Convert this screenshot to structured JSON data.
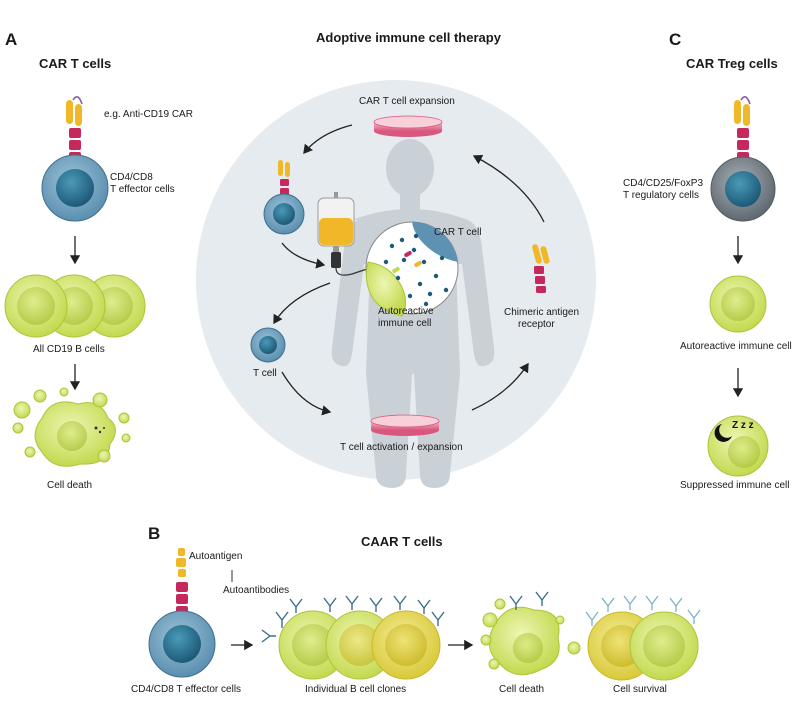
{
  "panels": {
    "a": {
      "letter": "A",
      "title": "CAR T cells",
      "car_label": "e.g. Anti-CD19 CAR",
      "effector_line1": "CD4/CD8",
      "effector_line2": "T effector cells",
      "b_cells": "All CD19 B cells",
      "death": "Cell death"
    },
    "center": {
      "title": "Adoptive immune cell therapy",
      "expansion": "CAR T cell expansion",
      "car_t_cell": "CAR T cell",
      "autoreactive_line1": "Autoreactive",
      "autoreactive_line2": "immune cell",
      "chimeric_line1": "Chimeric antigen",
      "chimeric_line2": "receptor",
      "t_cell": "T cell",
      "activation": "T cell activation / expansion"
    },
    "c": {
      "letter": "C",
      "title": "CAR Treg cells",
      "treg_line1": "CD4/CD25/FoxP3",
      "treg_line2": "T regulatory cells",
      "autoreactive": "Autoreactive immune cell",
      "sleep": "Z z z",
      "suppressed": "Suppressed immune cell"
    },
    "b": {
      "letter": "B",
      "title": "CAAR T cells",
      "autoantigen": "Autoantigen",
      "autoantibodies": "Autoantibodies",
      "effector": "CD4/CD8 T effector cells",
      "clones": "Individual B cell clones",
      "death": "Cell death",
      "survival": "Cell survival"
    }
  },
  "colors": {
    "tcell_blue": "#5e92b2",
    "tcell_core": "#2d6f8c",
    "treg_gray": "#6e7880",
    "bcell_green": "#d7e86a",
    "bcell_yellow": "#e7d94a",
    "car_magenta": "#c4285c",
    "car_yellow": "#f0b829",
    "circle_bg": "#e6ebef",
    "body_gray": "#c9d0d6"
  }
}
